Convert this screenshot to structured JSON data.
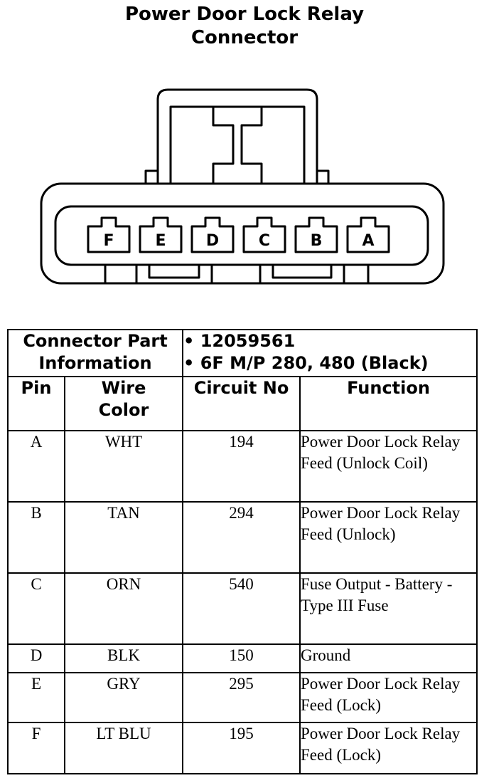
{
  "title": {
    "line1": "Power Door Lock Relay",
    "line2": "Connector"
  },
  "connector": {
    "pins": [
      "F",
      "E",
      "D",
      "C",
      "B",
      "A"
    ]
  },
  "part_info": {
    "label_line1": "Connector Part",
    "label_line2": "Information",
    "items": [
      "• 12059561",
      "• 6F M/P 280, 480 (Black)"
    ]
  },
  "columns": {
    "pin": "Pin",
    "wire_color_1": "Wire",
    "wire_color_2": "Color",
    "circuit": "Circuit No",
    "function": "Function"
  },
  "rows": [
    {
      "pin": "A",
      "color": "WHT",
      "circuit": "194",
      "function": "Power Door Lock Relay Feed (Unlock Coil)"
    },
    {
      "pin": "B",
      "color": "TAN",
      "circuit": "294",
      "function": "Power Door Lock Relay Feed (Unlock)"
    },
    {
      "pin": "C",
      "color": "ORN",
      "circuit": "540",
      "function": "Fuse Output - Battery - Type III Fuse"
    },
    {
      "pin": "D",
      "color": "BLK",
      "circuit": "150",
      "function": "Ground"
    },
    {
      "pin": "E",
      "color": "GRY",
      "circuit": "295",
      "function": "Power Door Lock Relay Feed (Lock)"
    },
    {
      "pin": "F",
      "color": "LT BLU",
      "circuit": "195",
      "function": "Power Door Lock Relay Feed (Lock)"
    }
  ]
}
